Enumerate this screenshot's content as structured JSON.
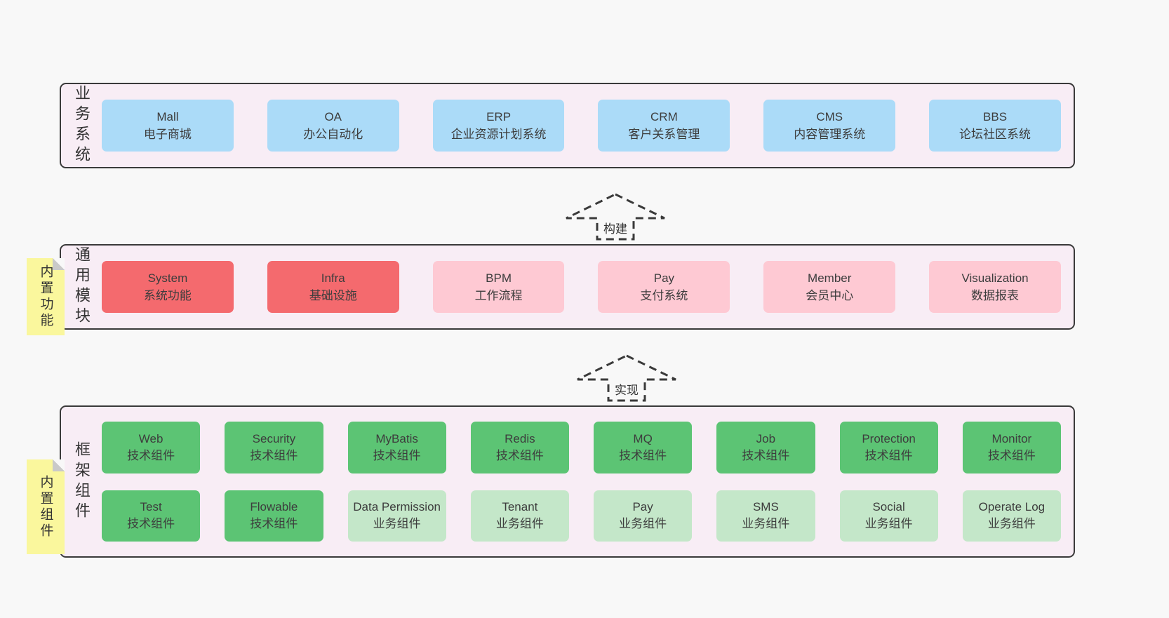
{
  "colors": {
    "page_bg": "#f8f8f8",
    "layer_bg": "#f8edf5",
    "layer_border": "#3a3a3a",
    "box_blue": "#abdbf8",
    "box_red": "#f46a6e",
    "box_pink": "#fec9d3",
    "box_green": "#5cc474",
    "box_green_light": "#c4e7c9",
    "sticky_bg": "#faf79d",
    "sticky_fold": "#c9c9c9",
    "text": "#3d3d3d"
  },
  "arrows": [
    {
      "label": "构建"
    },
    {
      "label": "实现"
    }
  ],
  "layers": [
    {
      "label": "业务系统",
      "boxes": [
        {
          "name": "Mall",
          "desc": "电子商城"
        },
        {
          "name": "OA",
          "desc": "办公自动化"
        },
        {
          "name": "ERP",
          "desc": "企业资源计划系统"
        },
        {
          "name": "CRM",
          "desc": "客户关系管理"
        },
        {
          "name": "CMS",
          "desc": "内容管理系统"
        },
        {
          "name": "BBS",
          "desc": "论坛社区系统"
        }
      ]
    },
    {
      "label": "通用模块",
      "sticky": "内置功能",
      "boxes": [
        {
          "name": "System",
          "desc": "系统功能"
        },
        {
          "name": "Infra",
          "desc": "基础设施"
        },
        {
          "name": "BPM",
          "desc": "工作流程"
        },
        {
          "name": "Pay",
          "desc": "支付系统"
        },
        {
          "name": "Member",
          "desc": "会员中心"
        },
        {
          "name": "Visualization",
          "desc": "数据报表"
        }
      ]
    },
    {
      "label": "框架组件",
      "sticky": "内置组件",
      "rows": [
        [
          {
            "name": "Web",
            "desc": "技术组件"
          },
          {
            "name": "Security",
            "desc": "技术组件"
          },
          {
            "name": "MyBatis",
            "desc": "技术组件"
          },
          {
            "name": "Redis",
            "desc": "技术组件"
          },
          {
            "name": "MQ",
            "desc": "技术组件"
          },
          {
            "name": "Job",
            "desc": "技术组件"
          },
          {
            "name": "Protection",
            "desc": "技术组件"
          },
          {
            "name": "Monitor",
            "desc": "技术组件"
          }
        ],
        [
          {
            "name": "Test",
            "desc": "技术组件"
          },
          {
            "name": "Flowable",
            "desc": "技术组件"
          },
          {
            "name": "Data Permission",
            "desc": "业务组件"
          },
          {
            "name": "Tenant",
            "desc": "业务组件"
          },
          {
            "name": "Pay",
            "desc": "业务组件"
          },
          {
            "name": "SMS",
            "desc": "业务组件"
          },
          {
            "name": "Social",
            "desc": "业务组件"
          },
          {
            "name": "Operate Log",
            "desc": "业务组件"
          }
        ]
      ]
    }
  ]
}
